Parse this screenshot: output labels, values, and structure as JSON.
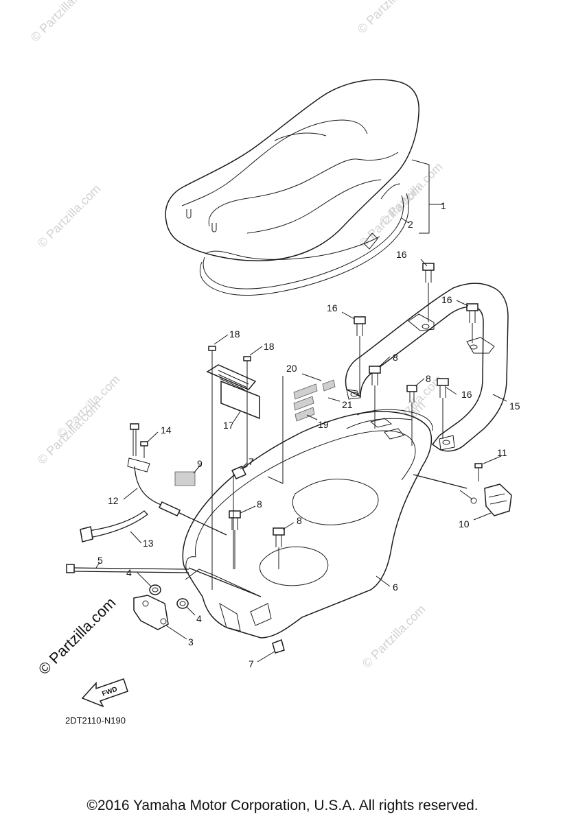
{
  "watermarks": [
    "© Partzilla.com",
    "© Partzilla.com",
    "© Partzilla.com",
    "© Partzilla.com",
    "© Partzilla.com",
    "© Partzilla.com",
    "© Partzilla.com",
    "© Partzilla.com",
    "© Partzilla.com",
    "© Partzilla.com"
  ],
  "watermark_big": "© Partzilla.com",
  "callouts": [
    "1",
    "2",
    "16",
    "16",
    "16",
    "16",
    "18",
    "18",
    "8",
    "8",
    "8",
    "8",
    "20",
    "21",
    "19",
    "17",
    "15",
    "14",
    "9",
    "7",
    "12",
    "13",
    "11",
    "10",
    "5",
    "4",
    "4",
    "3",
    "6",
    "7"
  ],
  "fwd_label": "FWD",
  "diagram_code": "2DT2110-N190",
  "copyright": "©2016 Yamaha Motor Corporation, U.S.A. All rights reserved."
}
